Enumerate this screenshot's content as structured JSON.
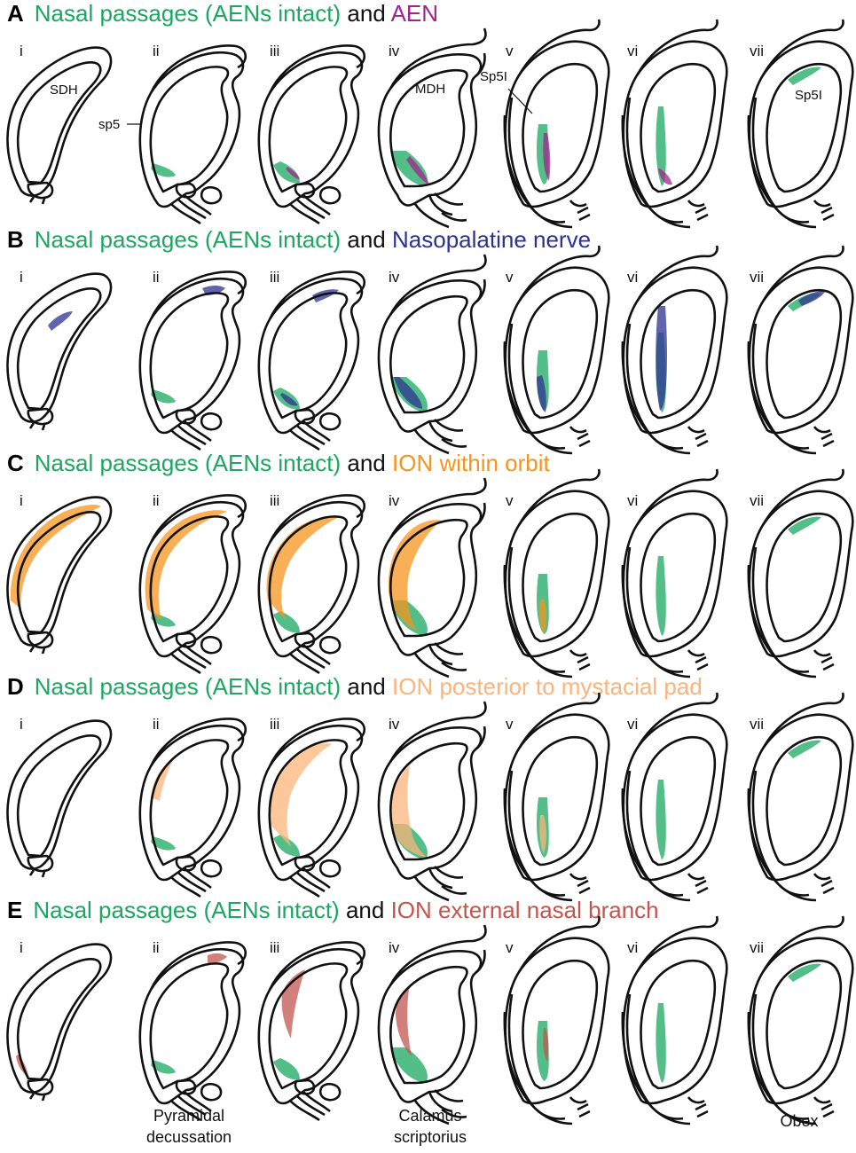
{
  "colors": {
    "green": "#1aa860",
    "AEN": "#a3238e",
    "Nasopalatine nerve": "#2e3192",
    "ION within orbit": "#f7941d",
    "ION posterior to mystacial pad": "#fbb47a",
    "ION external nasal branch": "#c1564f"
  },
  "panels": [
    {
      "letter": "A",
      "green_label": "Nasal passages (AENs intact)",
      "and": "and",
      "other_label": "AEN",
      "other_color": "#a3238e"
    },
    {
      "letter": "B",
      "green_label": "Nasal passages (AENs intact)",
      "and": "and",
      "other_label": "Nasopalatine nerve",
      "other_color": "#2e3192"
    },
    {
      "letter": "C",
      "green_label": "Nasal passages (AENs intact)",
      "and": "and",
      "other_label": "ION within orbit",
      "other_color": "#f7941d"
    },
    {
      "letter": "D",
      "green_label": "Nasal passages (AENs intact)",
      "and": "and",
      "other_label": "ION posterior to mystacial pad",
      "other_color": "#fbb47a"
    },
    {
      "letter": "E",
      "green_label": "Nasal passages (AENs intact)",
      "and": "and",
      "other_label": "ION external nasal branch",
      "other_color": "#c1564f"
    }
  ],
  "section_numerals": [
    "i",
    "ii",
    "iii",
    "iv",
    "v",
    "vi",
    "vii"
  ],
  "annotations": {
    "sdh": "SDH",
    "sp5": "sp5",
    "mdh": "MDH",
    "sp5i_v": "Sp5I",
    "sp5i_vii": "Sp5I"
  },
  "bottom_labels": {
    "pyramidal": "Pyramidal decussation",
    "calamus": "Calamus scriptorius",
    "obex": "Obex"
  }
}
